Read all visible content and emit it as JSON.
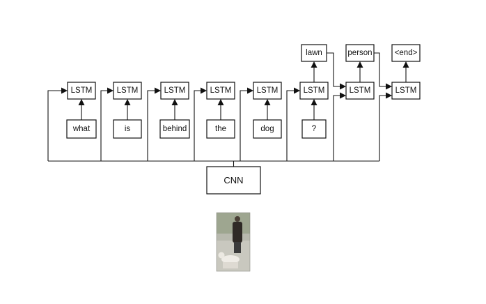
{
  "lstm_cells": [
    {
      "label": "LSTM",
      "input": "what",
      "output": ""
    },
    {
      "label": "LSTM",
      "input": "is",
      "output": ""
    },
    {
      "label": "LSTM",
      "input": "behind",
      "output": ""
    },
    {
      "label": "LSTM",
      "input": "the",
      "output": ""
    },
    {
      "label": "LSTM",
      "input": "dog",
      "output": ""
    },
    {
      "label": "LSTM",
      "input": "?",
      "output": "lawn"
    },
    {
      "label": "LSTM",
      "input": "",
      "output": "person"
    },
    {
      "label": "LSTM",
      "input": "",
      "output": "<end>"
    }
  ],
  "cnn": {
    "label": "CNN"
  },
  "photo": {
    "icon": "photo-person-walking-dog",
    "colors": {
      "ground": "#b7b8ad",
      "grass": "#9aa38f",
      "coat": "#3a3530",
      "dog": "#e9e6df"
    }
  }
}
